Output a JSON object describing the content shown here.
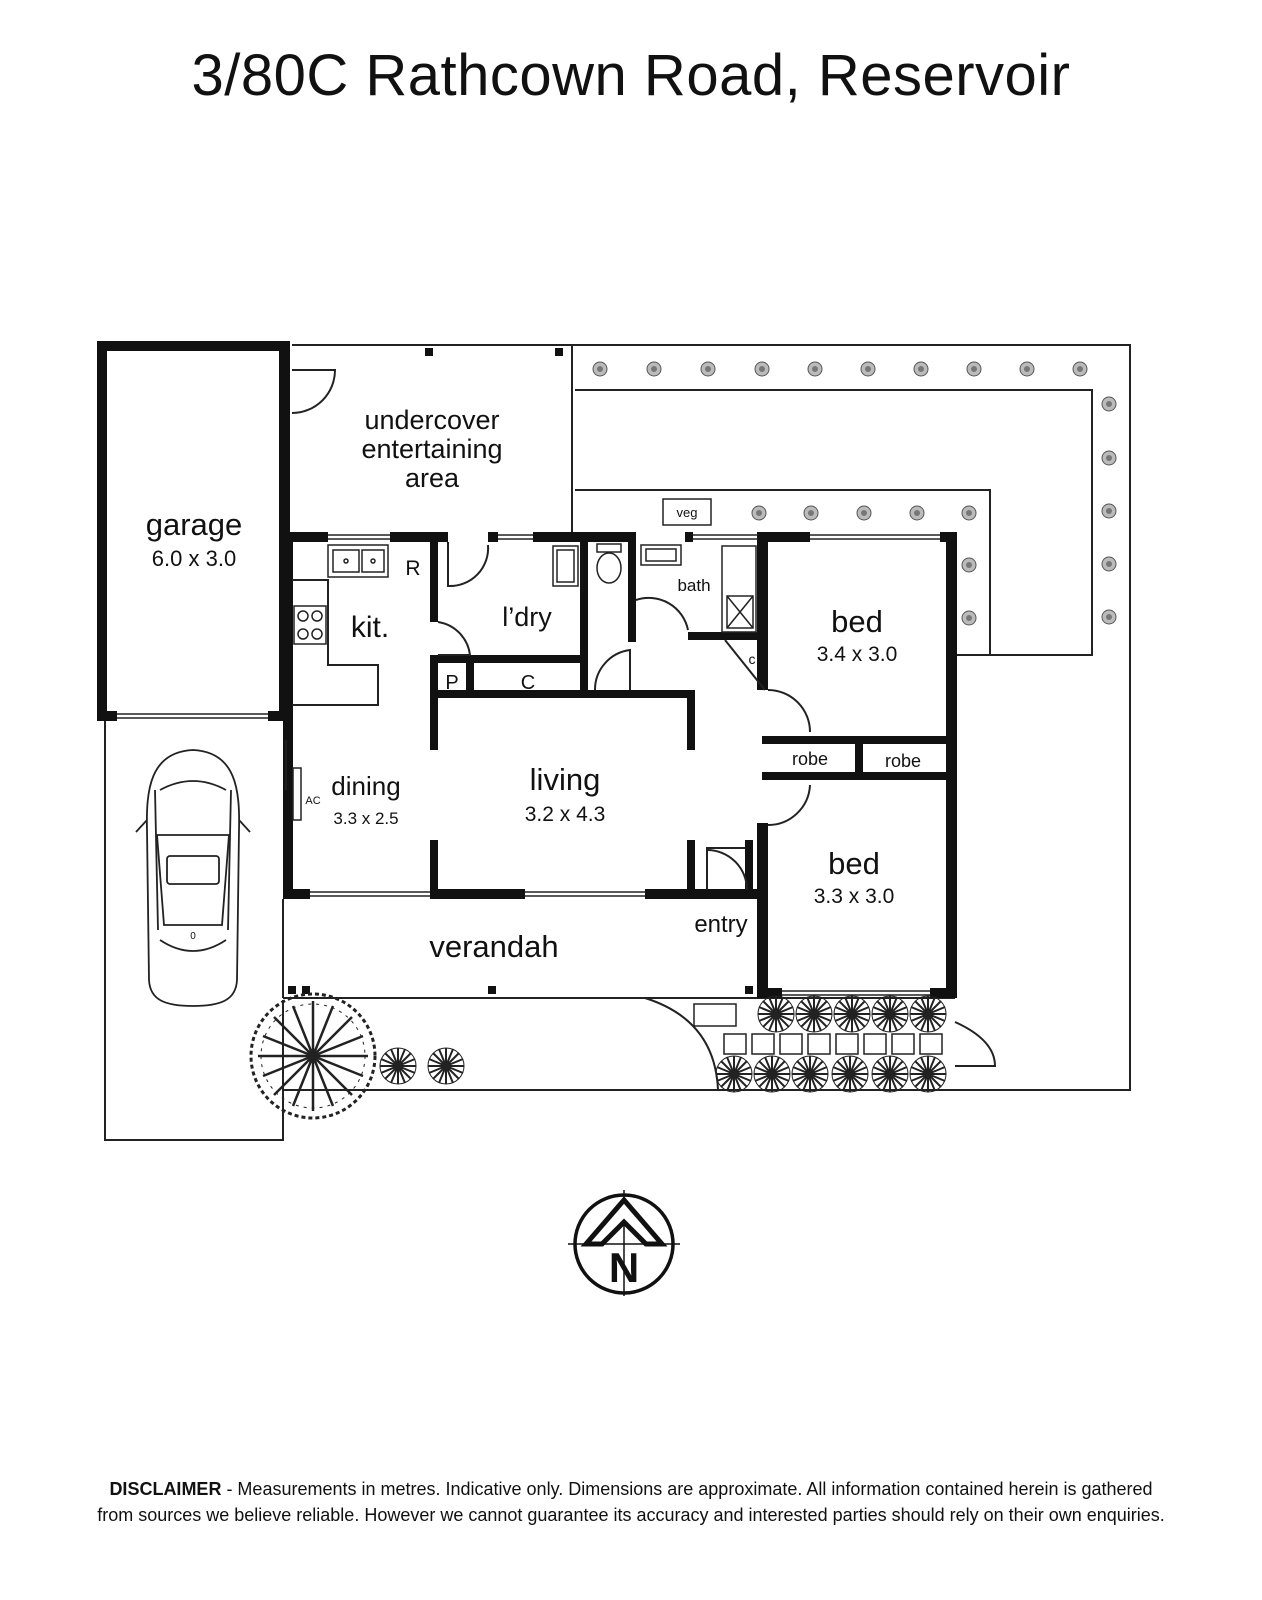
{
  "title": "3/80C Rathcown Road, Reservoir",
  "rooms": {
    "garage": {
      "name": "garage",
      "size": "6.0 x 3.0"
    },
    "undercover": {
      "line1": "undercover",
      "line2": "entertaining",
      "line3": "area"
    },
    "kitchen": {
      "name": "kit."
    },
    "fridge": {
      "name": "R"
    },
    "laundry": {
      "name": "l’dry"
    },
    "bath": {
      "name": "bath"
    },
    "pantry": {
      "name": "P"
    },
    "cupboard": {
      "name": "C"
    },
    "linen": {
      "name": "c"
    },
    "bed1": {
      "name": "bed",
      "size": "3.4 x 3.0"
    },
    "robe1": {
      "name": "robe"
    },
    "robe2": {
      "name": "robe"
    },
    "dining": {
      "name": "dining",
      "size": "3.3 x 2.5",
      "ac": "AC"
    },
    "living": {
      "name": "living",
      "size": "3.2 x 4.3"
    },
    "bed2": {
      "name": "bed",
      "size": "3.3 x 3.0"
    },
    "entry": {
      "name": "entry"
    },
    "verandah": {
      "name": "verandah"
    },
    "veg": {
      "name": "veg"
    }
  },
  "car_label": "0",
  "compass": {
    "letter": "N"
  },
  "disclaimer": {
    "bold": "DISCLAIMER",
    "line1": " - Measurements in metres. Indicative only. Dimensions are approximate. All information contained herein is gathered",
    "line2": "from sources we believe reliable. However we cannot guarantee its accuracy and interested parties should rely on their own enquiries."
  }
}
